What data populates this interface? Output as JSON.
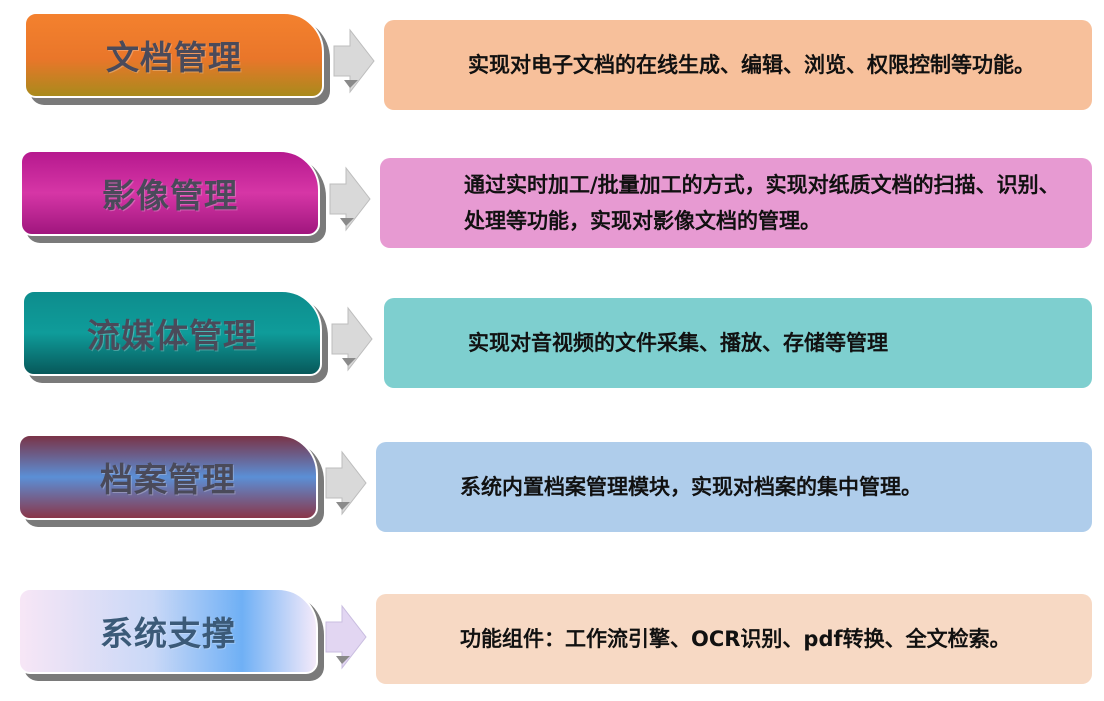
{
  "rows": [
    {
      "title": "文档管理",
      "description": "实现对电子文档的在线生成、编辑、浏览、权限控制等功能。",
      "color": "#f4812e"
    },
    {
      "title": "影像管理",
      "description": "通过实时加工/批量加工的方式，实现对纸质文档的扫描、识别、处理等功能，实现对影像文档的管理。",
      "color": "#c1208f"
    },
    {
      "title": "流媒体管理",
      "description": "实现对音视频的文件采集、播放、存储等管理",
      "color": "#0f9c9a"
    },
    {
      "title": "档案管理",
      "description": "系统内置档案管理模块，实现对档案的集中管理。",
      "color": "#5b8fd6"
    },
    {
      "title": "系统支撑",
      "description": "功能组件：工作流引擎、OCR识别、pdf转换、全文检索。",
      "color": "#6fb0f5"
    }
  ]
}
